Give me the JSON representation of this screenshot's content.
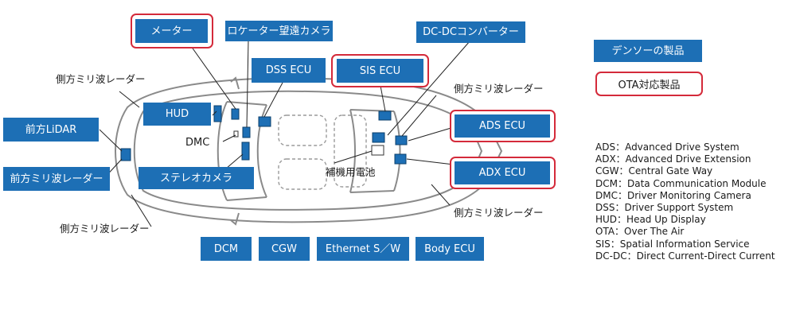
{
  "components": {
    "meter": "メーター",
    "locator_camera": "ロケーター望遠カメラ",
    "dc_dc_converter": "DC-DCコンバーター",
    "dss_ecu": "DSS ECU",
    "sis_ecu": "SIS ECU",
    "hud": "HUD",
    "front_lidar": "前方LiDAR",
    "front_radar": "前方ミリ波レーダー",
    "stereo_camera": "ステレオカメラ",
    "ads_ecu": "ADS ECU",
    "adx_ecu": "ADX ECU",
    "dcm": "DCM",
    "cgw": "CGW",
    "ethernet_sw": "Ethernet S／W",
    "body_ecu": "Body ECU"
  },
  "labels": {
    "side_radar": "側方ミリ波レーダー",
    "dmc": "DMC",
    "aux_battery": "補機用電池"
  },
  "legend": {
    "denso_product": "デンソーの製品",
    "ota_product": "OTA対応製品"
  },
  "abbreviations": [
    "ADS：Advanced Drive System",
    "ADX：Advanced Drive Extension",
    "CGW：Central Gate Way",
    "DCM：Data Communication Module",
    "DMC：Driver Monitoring Camera",
    "DSS：Driver Support System",
    "HUD：Head Up Display",
    "OTA：Over The Air",
    "SIS：Spatial Information Service",
    "DC-DC：Direct Current-Direct Current"
  ],
  "colors": {
    "denso_blue": "#1d6fb5",
    "ota_red": "#d42a3a"
  }
}
